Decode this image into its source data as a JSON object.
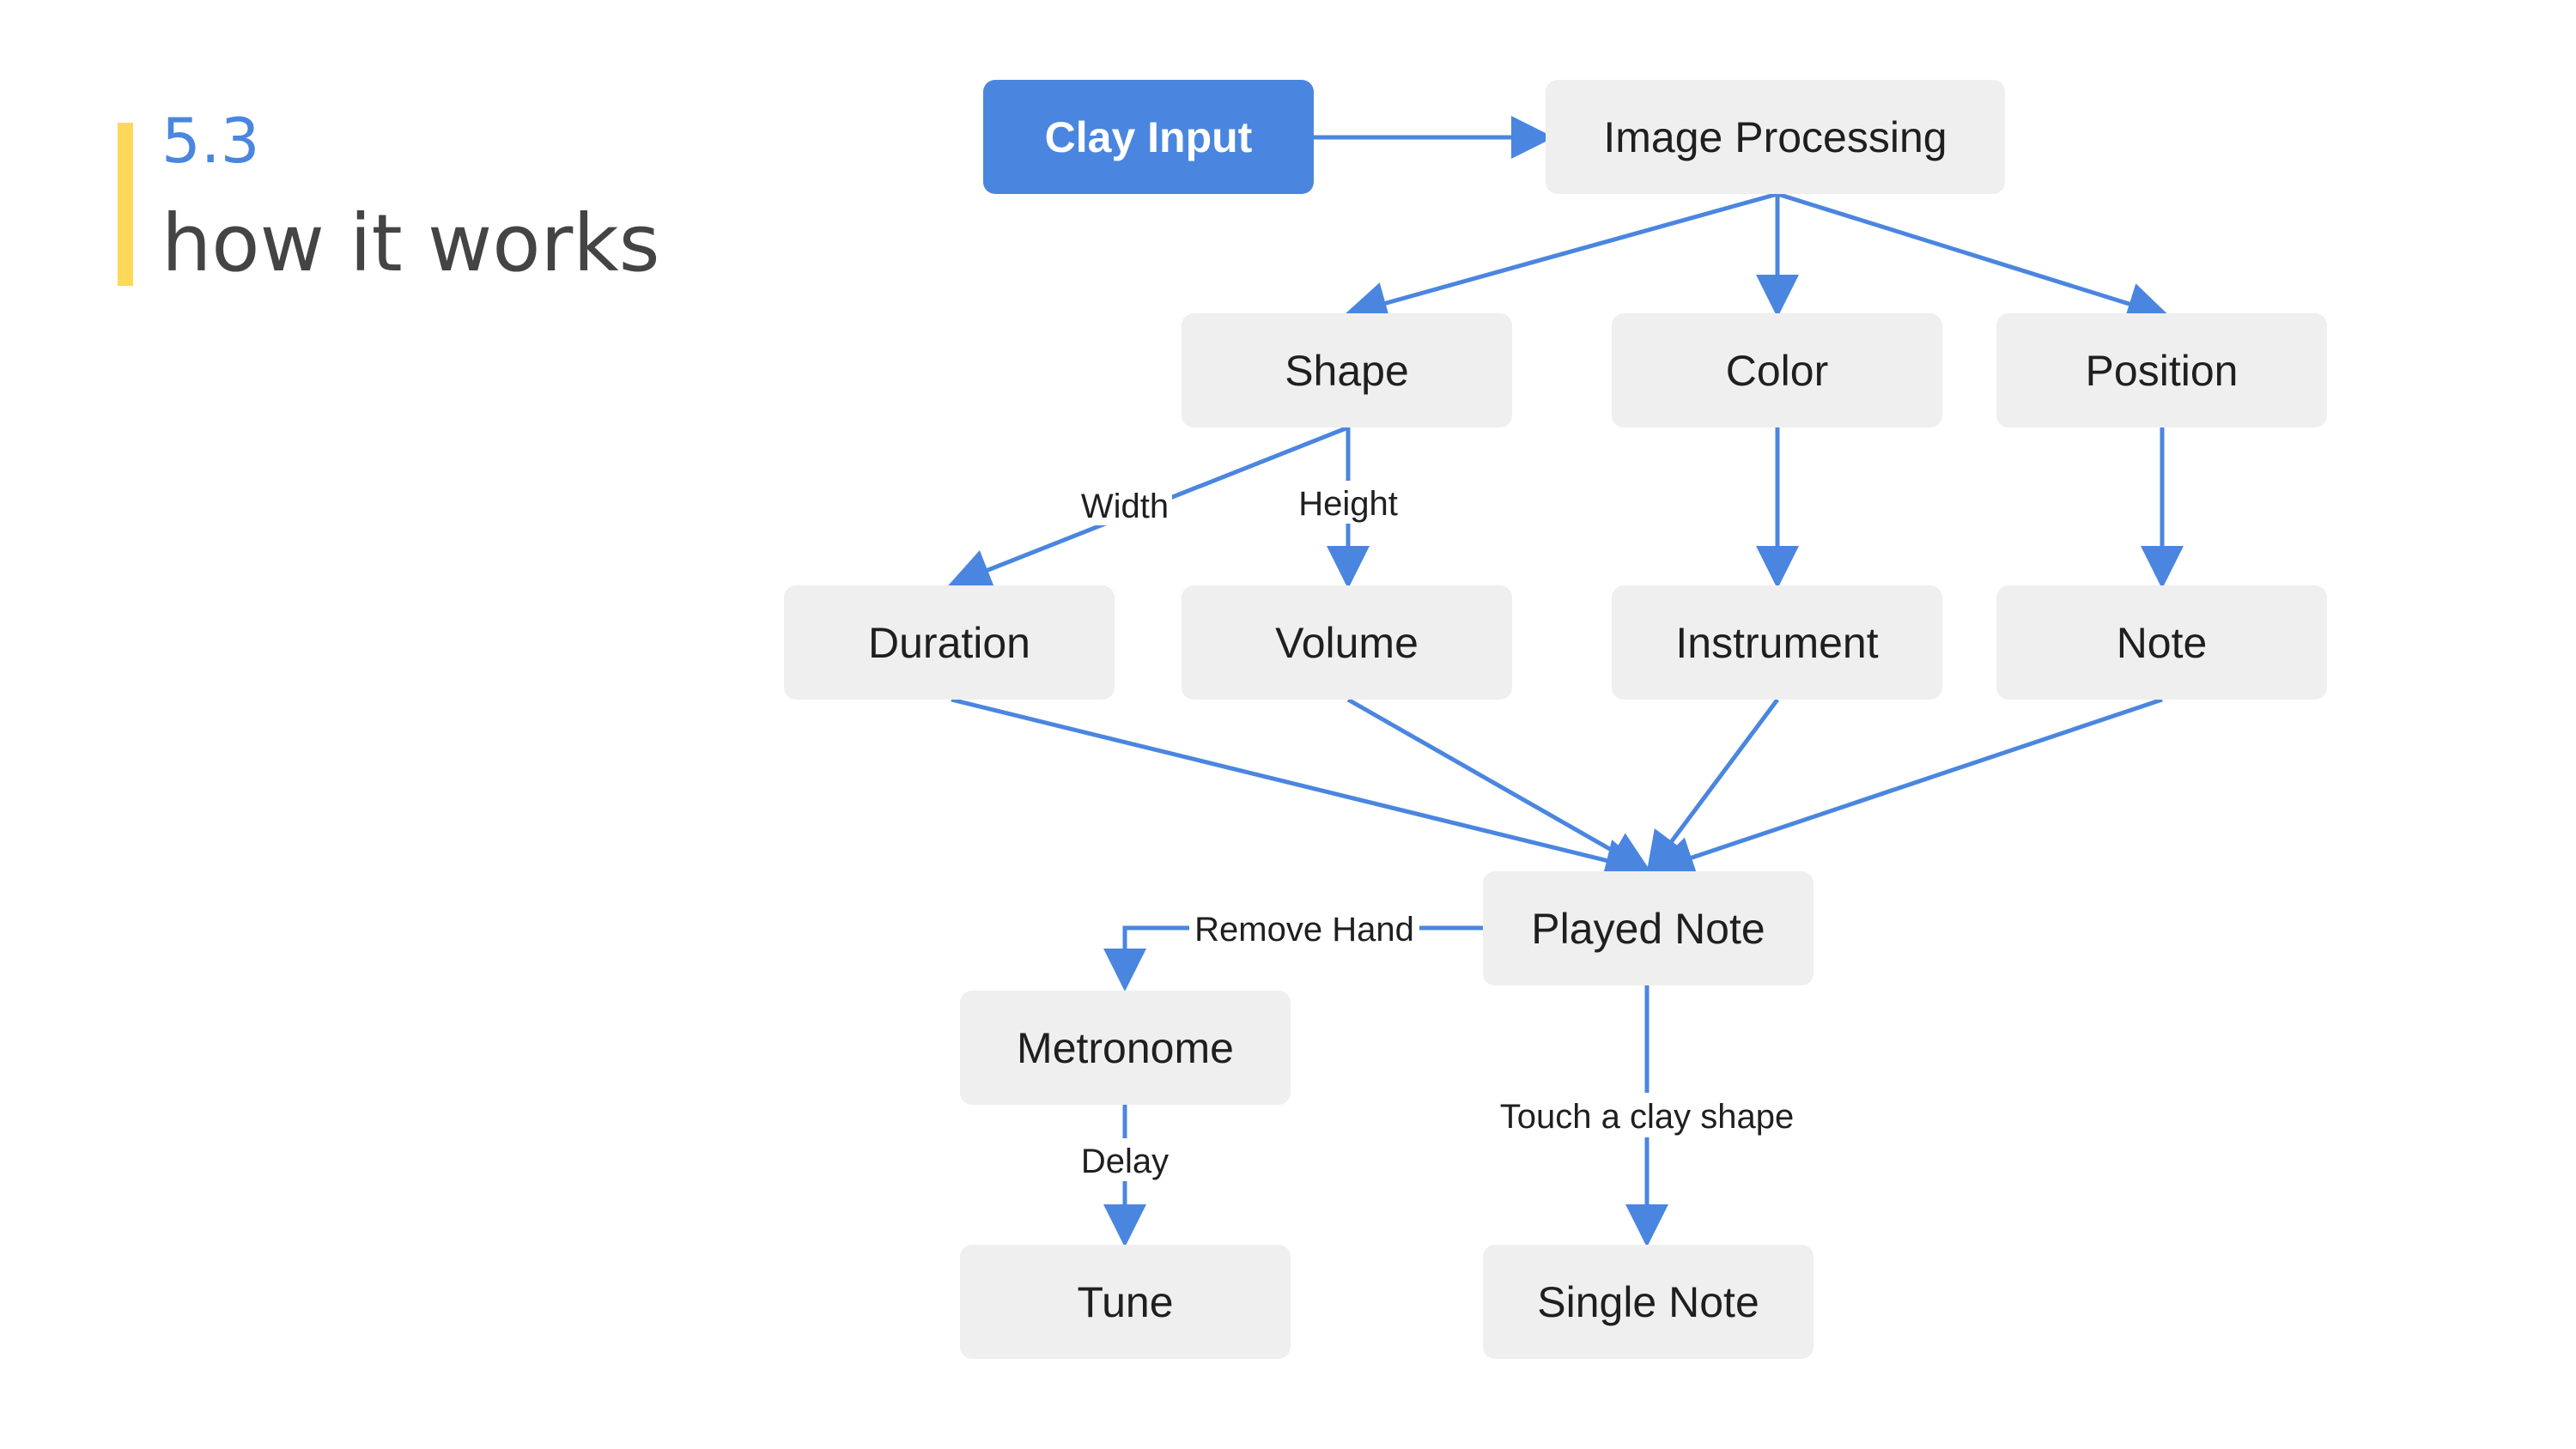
{
  "header": {
    "section_number": "5.3",
    "section_title": "how it works"
  },
  "colors": {
    "accent_bar": "#FDD85B",
    "primary": "#4A86E0",
    "node_fill": "#EFEFEF",
    "arrow": "#4A86E0"
  },
  "nodes": {
    "clay_input": "Clay Input",
    "image_processing": "Image Processing",
    "shape": "Shape",
    "color": "Color",
    "position": "Position",
    "duration": "Duration",
    "volume": "Volume",
    "instrument": "Instrument",
    "note": "Note",
    "played_note": "Played Note",
    "metronome": "Metronome",
    "tune": "Tune",
    "single_note": "Single Note"
  },
  "edge_labels": {
    "width": "Width",
    "height": "Height",
    "remove_hand": "Remove Hand",
    "delay": "Delay",
    "touch_clay_shape": "Touch a clay shape"
  }
}
